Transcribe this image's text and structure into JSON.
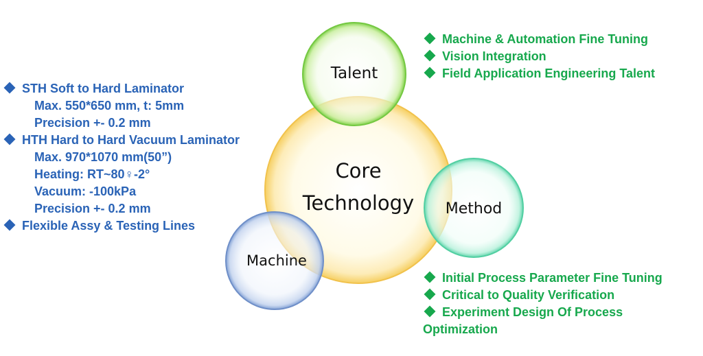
{
  "circles": {
    "core": {
      "line1": "Core",
      "line2": "Technology"
    },
    "talent": "Talent",
    "method": "Method",
    "machine": "Machine"
  },
  "left_list": {
    "item1": "STH Soft to Hard Laminator",
    "item1_details": [
      "Max. 550*650 mm, t: 5mm",
      "Precision +- 0.2 mm"
    ],
    "item2": "HTH Hard to Hard Vacuum Laminator",
    "item2_details": [
      "Max. 970*1070 mm(50”)",
      "Heating: RT~80♀-2°",
      "Vacuum:  -100kPa",
      "Precision +- 0.2 mm"
    ],
    "item3": "Flexible Assy & Testing Lines"
  },
  "top_right_list": [
    "Machine & Automation Fine Tuning",
    "Vision Integration",
    "Field Application Engineering Talent"
  ],
  "bottom_right_list": {
    "items": [
      "Initial Process Parameter Fine Tuning",
      "Critical to Quality Verification",
      "Experiment Design Of Process"
    ],
    "continuation": "Optimization"
  },
  "colors": {
    "blue_text": "#2a63b6",
    "green_text": "#17a84d"
  }
}
